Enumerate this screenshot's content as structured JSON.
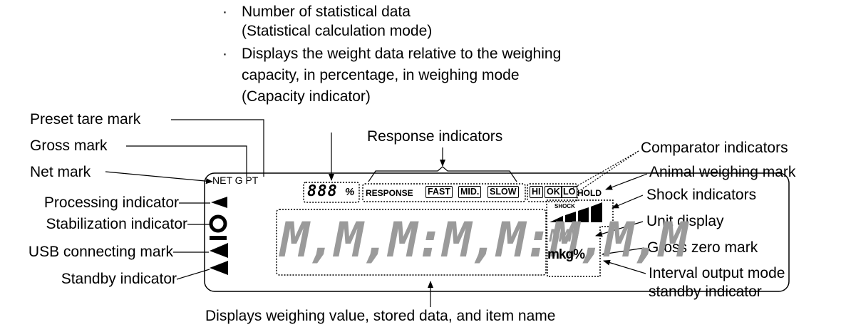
{
  "annotations": {
    "top_note_1_line1": "Number of statistical data",
    "top_note_1_line2": "(Statistical calculation mode)",
    "top_note_2_line1": "Displays the weight data relative to the weighing",
    "top_note_2_line2": "capacity, in percentage, in weighing mode",
    "top_note_2_line3": "(Capacity indicator)",
    "bullet": "·",
    "preset_tare_mark": "Preset tare mark",
    "gross_mark": "Gross mark",
    "net_mark": "Net mark",
    "processing_indicator": "Processing indicator",
    "stabilization_indicator": "Stabilization indicator",
    "usb_connecting_mark": "USB connecting mark",
    "standby_indicator": "Standby indicator",
    "response_indicators": "Response indicators",
    "comparator_indicators": "Comparator indicators",
    "animal_weighing_mark": "Animal weighing mark",
    "shock_indicators": "Shock indicators",
    "unit_display": "Unit display",
    "gross_zero_mark": "Gross zero mark",
    "interval_line1": "Interval output mode",
    "interval_line2": "standby indicator",
    "bottom_caption": "Displays weighing value, stored data, and item name"
  },
  "lcd": {
    "net": "NET",
    "gross": "G",
    "preset": "PT",
    "stat_digits": "888",
    "percent": "%",
    "response": "RESPONSE",
    "fast": "FAST",
    "mid": "MID.",
    "slow": "SLOW",
    "hi": "HI",
    "ok": "OK",
    "lo": "LO",
    "hold": "HOLD",
    "shock": "SHOCK",
    "main_digits": "M,M,M:M,M:M,M,M",
    "unit_cells": "MMM",
    "unit_symbols": "mkg%"
  },
  "colors": {
    "segment": "#9a9a9a",
    "line": "#000000"
  }
}
